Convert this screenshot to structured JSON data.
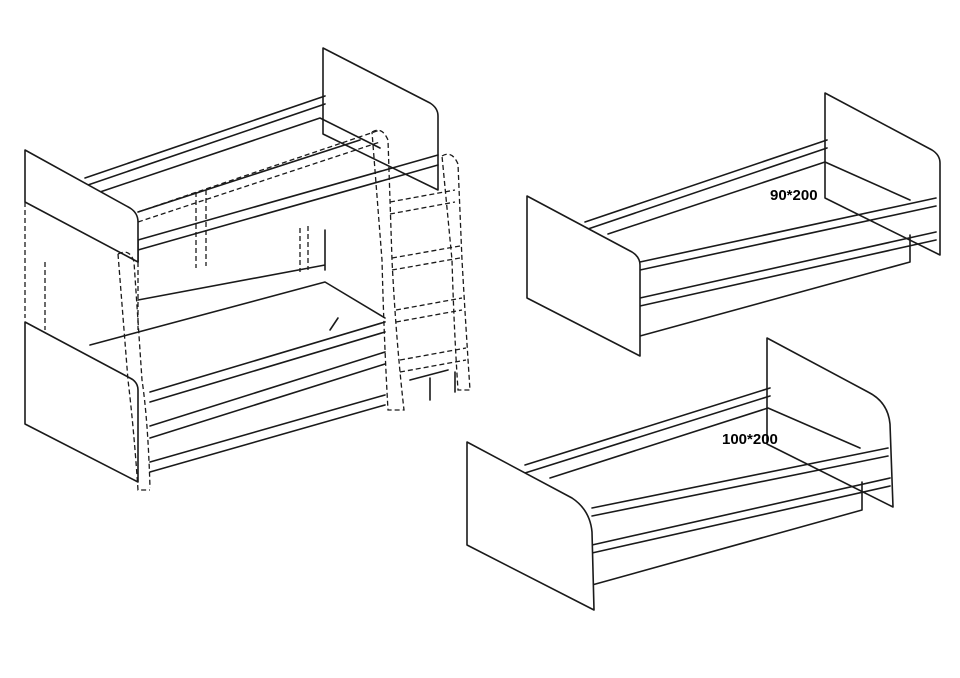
{
  "diagram": {
    "beds": [
      {
        "id": "bunk",
        "label": ""
      },
      {
        "id": "single-90",
        "label": "90*200"
      },
      {
        "id": "single-100",
        "label": "100*200"
      }
    ],
    "colors": {
      "line": "#1a1a1a",
      "background": "#ffffff"
    }
  }
}
